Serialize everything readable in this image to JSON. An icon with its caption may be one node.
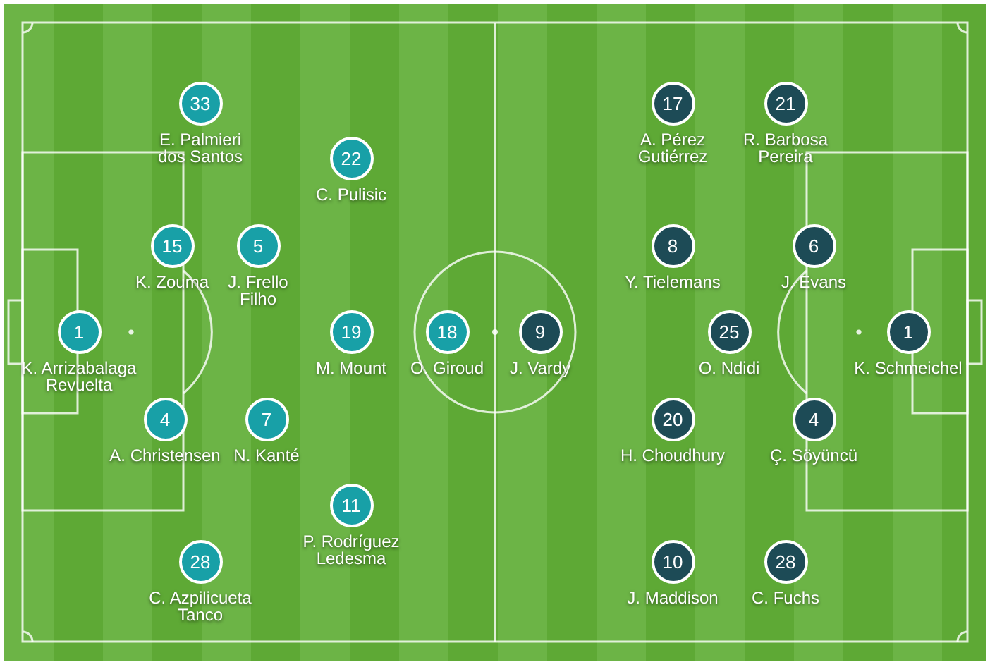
{
  "diagram": {
    "nodes": [
      {
        "text": [
          "33"
        ],
        "beside": [
          "E. Palmieri dos Santos"
        ]
      },
      {
        "text": [
          "17"
        ],
        "beside": [
          "A. Pérez Gutiérrez"
        ]
      },
      {
        "text": [
          "21"
        ],
        "beside": [
          "R. Barbosa Pereira"
        ]
      },
      {
        "text": [
          "22"
        ],
        "beside": [
          "C. Pulisic"
        ]
      },
      {
        "text": [
          "15"
        ],
        "beside": [
          "K. Zouma"
        ]
      },
      {
        "text": [
          "5"
        ],
        "beside": [
          "J. Frello Filho"
        ]
      },
      {
        "text": [
          "8"
        ],
        "beside": [
          "Y. Tielemans"
        ]
      },
      {
        "text": [
          "6"
        ],
        "beside": [
          "J. Evans"
        ]
      },
      {
        "text": [
          "1"
        ],
        "beside": [
          "K. Arrizabalaga Revuelta"
        ]
      },
      {
        "text": [
          "19"
        ],
        "beside": [
          "M. Mount"
        ]
      },
      {
        "text": [
          "18"
        ],
        "beside": [
          "O. Giroud"
        ]
      },
      {
        "text": [
          "9"
        ],
        "beside": [
          "J. Vardy"
        ]
      },
      {
        "text": [
          "25"
        ],
        "beside": [
          "O. Ndidi"
        ]
      },
      {
        "text": [
          "1"
        ],
        "beside": [
          "K. Schmeichel"
        ]
      },
      {
        "text": [
          "4"
        ],
        "beside": [
          "A. Christensen"
        ]
      },
      {
        "text": [
          "7"
        ],
        "beside": [
          "N. Kanté"
        ]
      },
      {
        "text": [
          "20"
        ],
        "beside": [
          "H. Choudhury"
        ]
      },
      {
        "text": [
          "4"
        ],
        "beside": [
          "Ç. Söyüncü"
        ]
      },
      {
        "text": [
          "11"
        ],
        "beside": [
          "P. Rodríguez Ledesma"
        ]
      },
      {
        "text": [
          "28"
        ],
        "beside": [
          "C. Azpilicueta Tanco"
        ]
      },
      {
        "text": [
          "10"
        ],
        "beside": [
          "J. Maddison"
        ]
      },
      {
        "text": [
          "28"
        ],
        "beside": [
          "C. Fuchs"
        ]
      }
    ]
  }
}
